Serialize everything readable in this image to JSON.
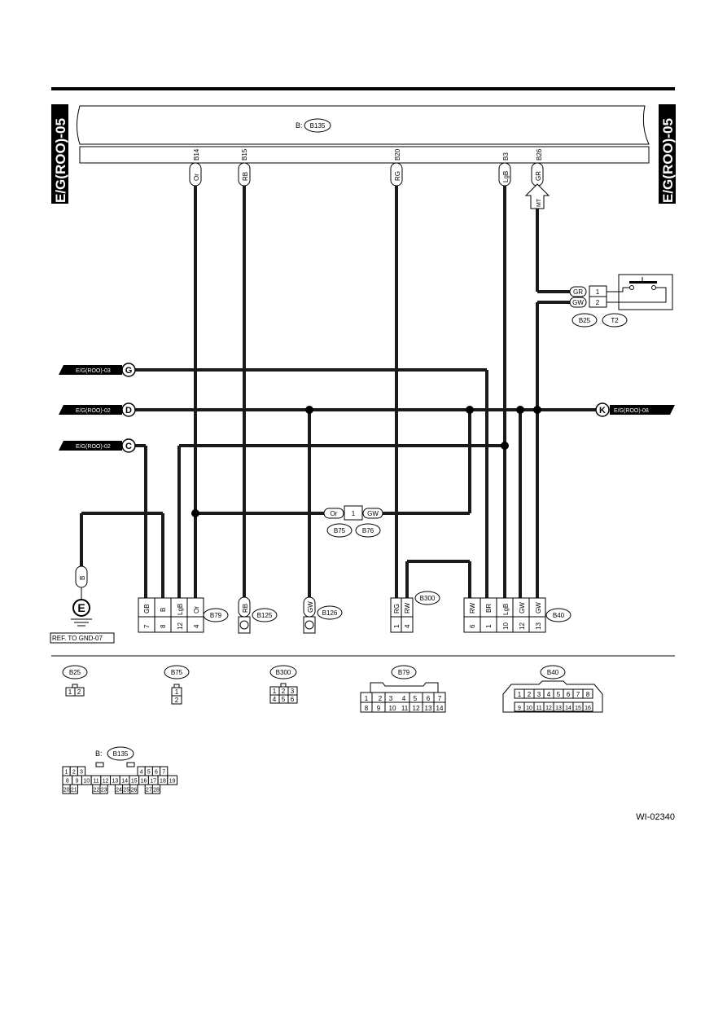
{
  "page_tags": {
    "left": "E/G(ROO)-05",
    "right": "E/G(ROO)-05"
  },
  "ecm_label": {
    "prefix": "B:",
    "connector": "B135"
  },
  "ecm_pins": [
    "B14",
    "B15",
    "B20",
    "B3",
    "B26"
  ],
  "ecm_wire_colors": [
    "Or",
    "RB",
    "RG",
    "LgB",
    "GR"
  ],
  "mt_label": "MT",
  "switch": {
    "pins": [
      "1",
      "2"
    ],
    "wires": [
      "GR",
      "GW"
    ],
    "connectors": [
      "B25",
      "T2"
    ]
  },
  "refs": {
    "g": {
      "letter": "G",
      "text": "E/G(ROO)-03"
    },
    "d": {
      "letter": "D",
      "text": "E/G(ROO)-02"
    },
    "c": {
      "letter": "C",
      "text": "E/G(ROO)-02"
    },
    "k": {
      "letter": "K",
      "text": "E/G(ROO)-08"
    }
  },
  "joint": {
    "left_wire": "Or",
    "pin": "1",
    "right_wire": "GW",
    "connectors": [
      "B75",
      "B76"
    ]
  },
  "ground": {
    "wire": "B",
    "letter": "E",
    "ref": "REF. TO GND-07"
  },
  "b79_group": {
    "wires": [
      "GB",
      "B",
      "LgB",
      "Or"
    ],
    "pins": [
      "7",
      "8",
      "12",
      "4"
    ],
    "name": "B79"
  },
  "b125": {
    "wire": "RB",
    "name": "B125"
  },
  "b126": {
    "wire": "GW",
    "name": "B126"
  },
  "b300_group": {
    "wires": [
      "RG",
      "RW"
    ],
    "pins": [
      "1",
      "4"
    ],
    "name": "B300"
  },
  "b40_group": {
    "wires": [
      "RW",
      "BR",
      "LgB",
      "GW",
      "GW"
    ],
    "pins": [
      "6",
      "1",
      "10",
      "12",
      "13"
    ],
    "name": "B40"
  },
  "connector_views": {
    "b25": {
      "name": "B25",
      "pins": [
        "1",
        "2"
      ]
    },
    "b75": {
      "name": "B75",
      "pins": [
        "1",
        "2"
      ]
    },
    "b300": {
      "name": "B300",
      "rows": [
        [
          "1",
          "2",
          "3"
        ],
        [
          "4",
          "5",
          "6"
        ]
      ]
    },
    "b79": {
      "name": "B79",
      "rows": [
        [
          "1",
          "2",
          "3",
          "4",
          "5",
          "6",
          "7"
        ],
        [
          "8",
          "9",
          "10",
          "11",
          "12",
          "13",
          "14"
        ]
      ]
    },
    "b40": {
      "name": "B40",
      "rows": [
        [
          "1",
          "2",
          "3",
          "4",
          "5",
          "6",
          "7",
          "8"
        ],
        [
          "9",
          "10",
          "11",
          "12",
          "13",
          "14",
          "15",
          "16"
        ]
      ]
    },
    "b135": {
      "prefix": "B:",
      "name": "B135",
      "rows": [
        [
          "1",
          "2",
          "3",
          "4",
          "5",
          "6",
          "7"
        ],
        [
          "8",
          "9",
          "10",
          "11",
          "12",
          "13",
          "14",
          "15",
          "16",
          "17",
          "18",
          "19"
        ],
        [
          "20",
          "21",
          "22",
          "23",
          "24",
          "25",
          "26",
          "27",
          "28"
        ]
      ]
    }
  },
  "figure_id": "WI-02340"
}
